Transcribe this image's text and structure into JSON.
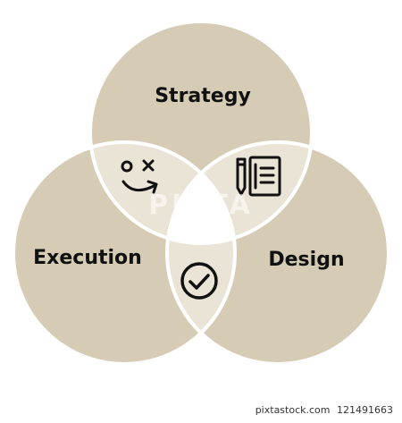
{
  "diagram": {
    "circles": [
      {
        "id": "strategy",
        "label": "Strategy"
      },
      {
        "id": "execution",
        "label": "Execution"
      },
      {
        "id": "design",
        "label": "Design"
      }
    ],
    "icons": {
      "strategy_execution": "strategy-plan-icon",
      "strategy_design": "notebook-pen-icon",
      "execution_design": "check-circle-icon"
    },
    "colors": {
      "circle_fill": "#d6ccb5",
      "overlap_fill": "#e9e4d6",
      "center_fill": "#ffffff",
      "outline": "#ffffff",
      "icon": "#111111"
    }
  },
  "watermark": "PIXTA",
  "footer": {
    "site": "pixtastock.com",
    "id": "121491663"
  }
}
